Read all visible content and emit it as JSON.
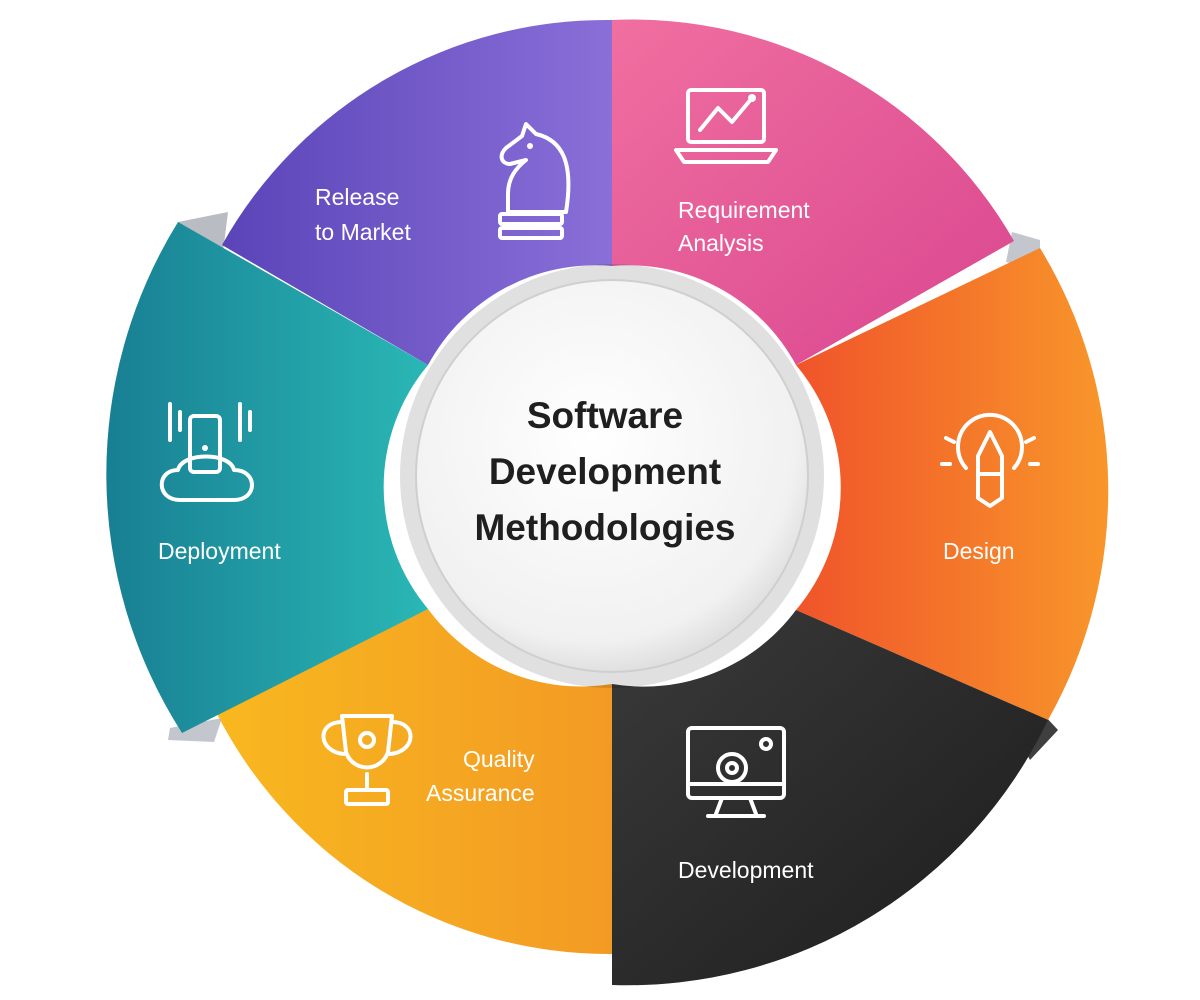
{
  "diagram": {
    "center_title_lines": [
      "Software",
      "Development",
      "Methodologies"
    ],
    "segments": [
      {
        "label_lines": [
          "Requirement",
          "Analysis"
        ],
        "icon": "laptop-chart-icon",
        "color": "#e8559a"
      },
      {
        "label_lines": [
          "Design"
        ],
        "icon": "lightbulb-pencil-icon",
        "color": "#f5772a"
      },
      {
        "label_lines": [
          "Development"
        ],
        "icon": "monitor-gear-icon",
        "color": "#2b2b2b"
      },
      {
        "label_lines": [
          "Quality",
          "Assurance"
        ],
        "icon": "trophy-icon",
        "color": "#f6a623"
      },
      {
        "label_lines": [
          "Deployment"
        ],
        "icon": "phone-cloud-icon",
        "color": "#1f9aa3"
      },
      {
        "label_lines": [
          "Release",
          "to Market"
        ],
        "icon": "chess-knight-icon",
        "color": "#6e4fc8"
      }
    ]
  }
}
